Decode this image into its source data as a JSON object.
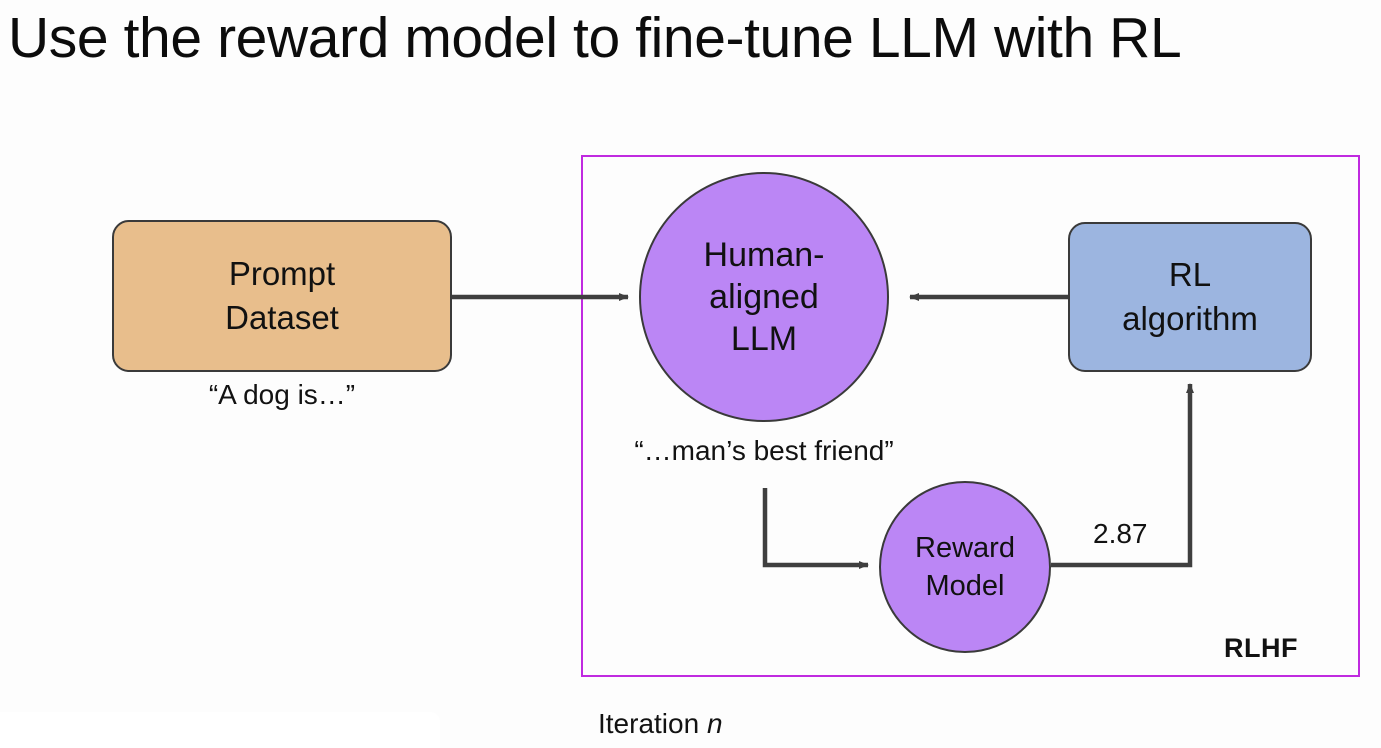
{
  "slide": {
    "title": "Use the reward model to fine-tune LLM with RL"
  },
  "nodes": {
    "prompt_dataset": {
      "line1": "Prompt",
      "line2": "Dataset",
      "caption": "“A dog is…”",
      "fill": "#e8be8c"
    },
    "human_aligned_llm": {
      "line1": "Human-",
      "line2": "aligned",
      "line3": "LLM",
      "caption": "“…man’s best friend”",
      "fill": "#bb86f5"
    },
    "rl_algorithm": {
      "line1": "RL",
      "line2": "algorithm",
      "fill": "#9cb5e0"
    },
    "reward_model": {
      "line1": "Reward",
      "line2": "Model",
      "fill": "#bb86f5"
    }
  },
  "edges": {
    "reward_value": "2.87"
  },
  "group": {
    "label": "RLHF",
    "border_color": "#c02ae0"
  },
  "footer": {
    "iteration_prefix": "Iteration ",
    "iteration_symbol": "n"
  }
}
